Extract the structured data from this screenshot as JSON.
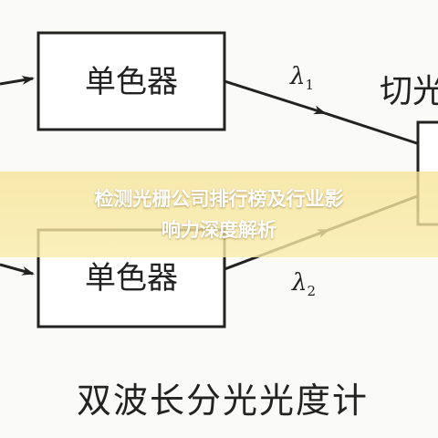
{
  "diagram": {
    "top_box_label": "单色器",
    "bottom_box_label": "单色器",
    "lambda_top": {
      "symbol": "λ",
      "subscript": "1"
    },
    "lambda_bottom": {
      "symbol": "λ",
      "subscript": "2"
    },
    "right_label": "切光",
    "caption": "双波长分光光度计"
  },
  "banner": {
    "line1": "检测光栅公司排行榜及行业影",
    "line2": "响力深度解析",
    "color": "#f5e08c"
  },
  "colors": {
    "stroke": "#222222",
    "background": "#fafaf8"
  }
}
